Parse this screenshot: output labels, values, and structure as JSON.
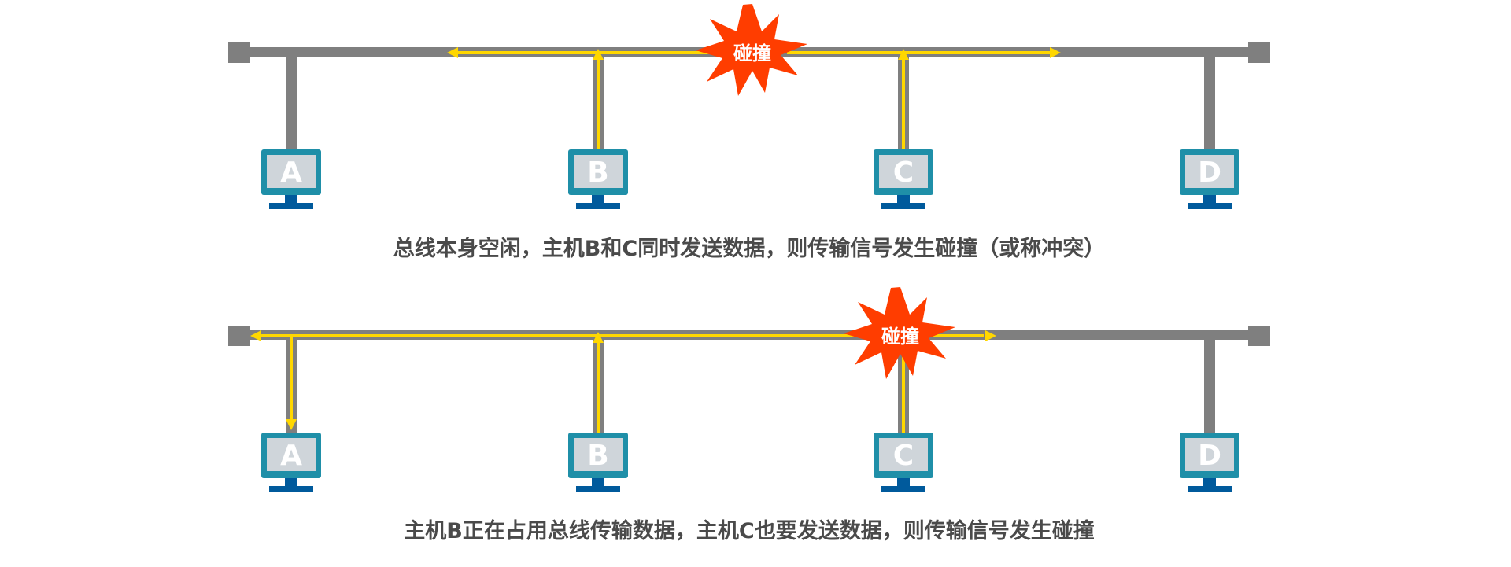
{
  "scenario_1": {
    "hosts": [
      {
        "label": "A"
      },
      {
        "label": "B"
      },
      {
        "label": "C"
      },
      {
        "label": "D"
      }
    ],
    "collision_label": "碰撞",
    "caption": "总线本身空闲，主机B和C同时发送数据，则传输信号发生碰撞（或称冲突）"
  },
  "scenario_2": {
    "hosts": [
      {
        "label": "A"
      },
      {
        "label": "B"
      },
      {
        "label": "C"
      },
      {
        "label": "D"
      }
    ],
    "collision_label": "碰撞",
    "caption": "主机B正在占用总线传输数据，主机C也要发送数据，则传输信号发生碰撞"
  },
  "colors": {
    "bus": "#7f7f7f",
    "signal": "#ffd700",
    "monitor_frame": "#1f8fa8",
    "monitor_screen": "#cfd5da",
    "monitor_base": "#005a9c",
    "burst": "#ff3d00",
    "caption_text": "#4a4a4a"
  }
}
